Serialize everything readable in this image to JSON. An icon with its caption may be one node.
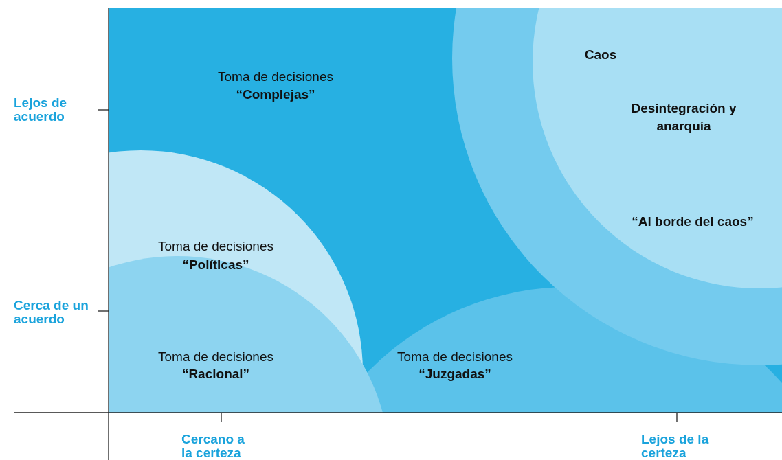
{
  "diagram": {
    "nodes": [
      {
        "text": [
          "Toma de decisiones",
          "“Complejas”"
        ]
      },
      {
        "text": [
          "Toma de decisiones",
          "“Políticas”"
        ]
      },
      {
        "text": [
          "Toma de decisiones",
          "“Juzgadas”"
        ]
      },
      {
        "text": [
          "Toma de decisiones",
          "“Racional”"
        ]
      },
      {
        "text": [
          "“Al borde del caos”"
        ]
      },
      {
        "text": [
          "Caos",
          "Desintegración y anarquía"
        ]
      }
    ],
    "edges": [],
    "labels": [
      "Lejos de acuerdo",
      "Cerca de un acuerdo",
      "Cercano a la certeza",
      "Lejos de la certeza"
    ]
  }
}
